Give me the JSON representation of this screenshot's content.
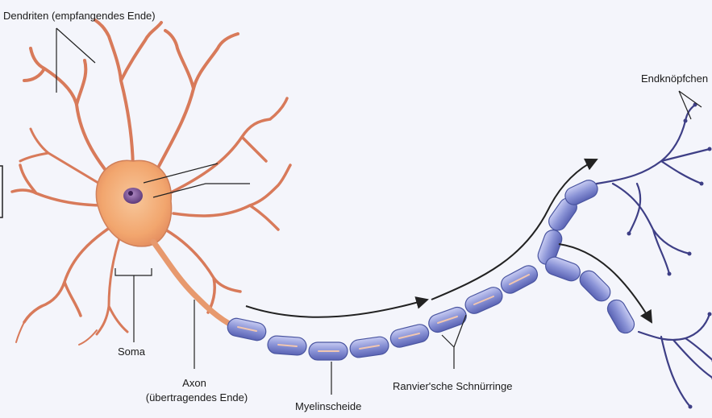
{
  "labels": {
    "dendrites": "Dendriten (empfangendes Ende)",
    "terminals": "Endknöpfchen",
    "soma": "Soma",
    "axon_line1": "Axon",
    "axon_line2": "(übertragendes Ende)",
    "myelin": "Myelinscheide",
    "ranvier": "Ranvier'sche Schnürringe"
  },
  "colors": {
    "background": "#f4f5fb",
    "soma_fill": "#f2a66e",
    "dendrite": "#d87a5a",
    "nucleus": "#7a4c8c",
    "myelin": "#8a93d6",
    "myelin_edge": "#4a55a0",
    "terminal": "#3e3f86",
    "line": "#222222"
  }
}
